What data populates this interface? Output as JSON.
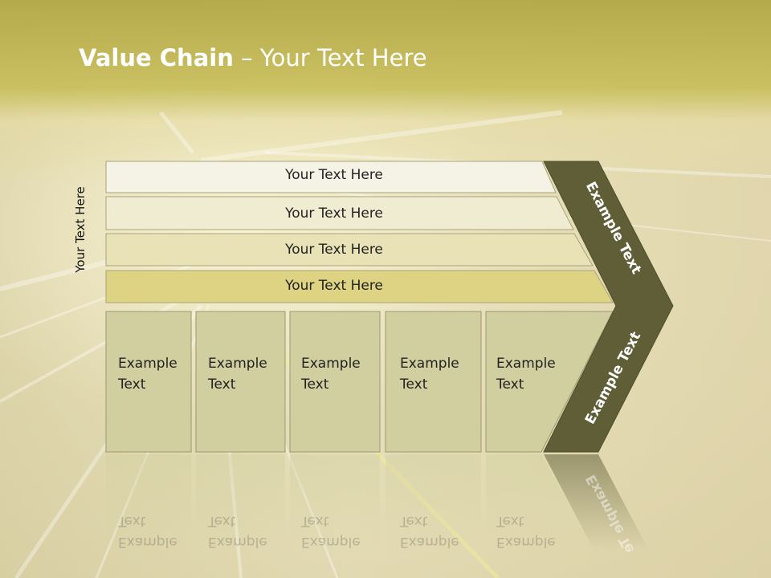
{
  "slide": {
    "title_bold": "Value Chain",
    "title_rest": " – Your Text Here",
    "side_label": "Your Text Here"
  },
  "rows": [
    {
      "label": "Your Text Here",
      "color": "#f5f3e6"
    },
    {
      "label": "Your Text Here",
      "color": "#f0ecd2"
    },
    {
      "label": "Your Text Here",
      "color": "#e8e2b6"
    },
    {
      "label": "Your Text Here",
      "color": "#ddd383"
    }
  ],
  "columns": [
    {
      "line1": "Example",
      "line2": "Text"
    },
    {
      "line1": "Example",
      "line2": "Text"
    },
    {
      "line1": "Example",
      "line2": "Text"
    },
    {
      "line1": "Example",
      "line2": "Text"
    },
    {
      "line1": "Example",
      "line2": "Text"
    }
  ],
  "chevron": {
    "upper_label": "Example Text",
    "lower_label": "Example Text",
    "color": "#5f5e36"
  },
  "colors": {
    "column_fill": "#d1cf9f",
    "column_stroke": "#9a9870",
    "row_stroke": "#a8a47a"
  }
}
